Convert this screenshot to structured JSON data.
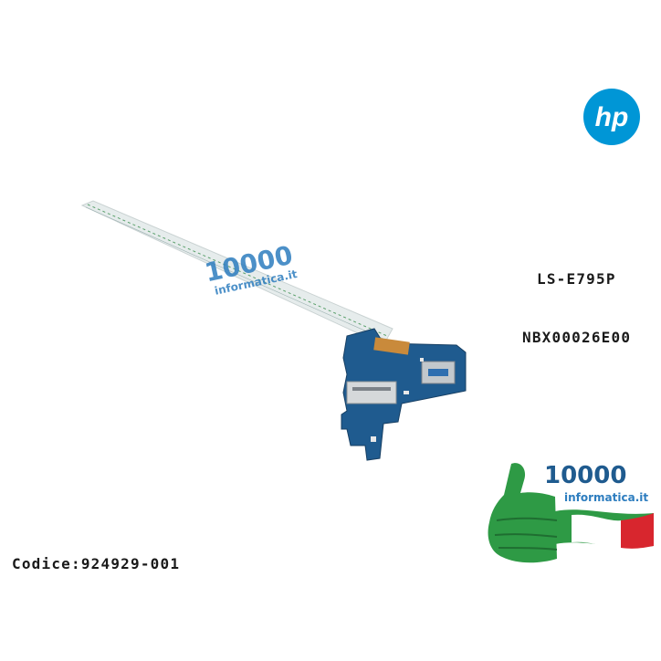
{
  "part_number": "LS-E795P",
  "board_code": "NBX00026E00",
  "codice": "Codice:924929-001",
  "brand_logo_text": "hp",
  "watermark": {
    "number": "10000",
    "domain": "informatica.it"
  },
  "badge": {
    "number": "10000",
    "domain": "informatica.it"
  },
  "colors": {
    "hp_blue": "#0096d6",
    "brand_blue": "#2d7dbf",
    "pcb_blue": "#1f5b8f",
    "flag_green": "#2e9a45",
    "flag_red": "#d8262e",
    "cable": "#e6ecec"
  }
}
